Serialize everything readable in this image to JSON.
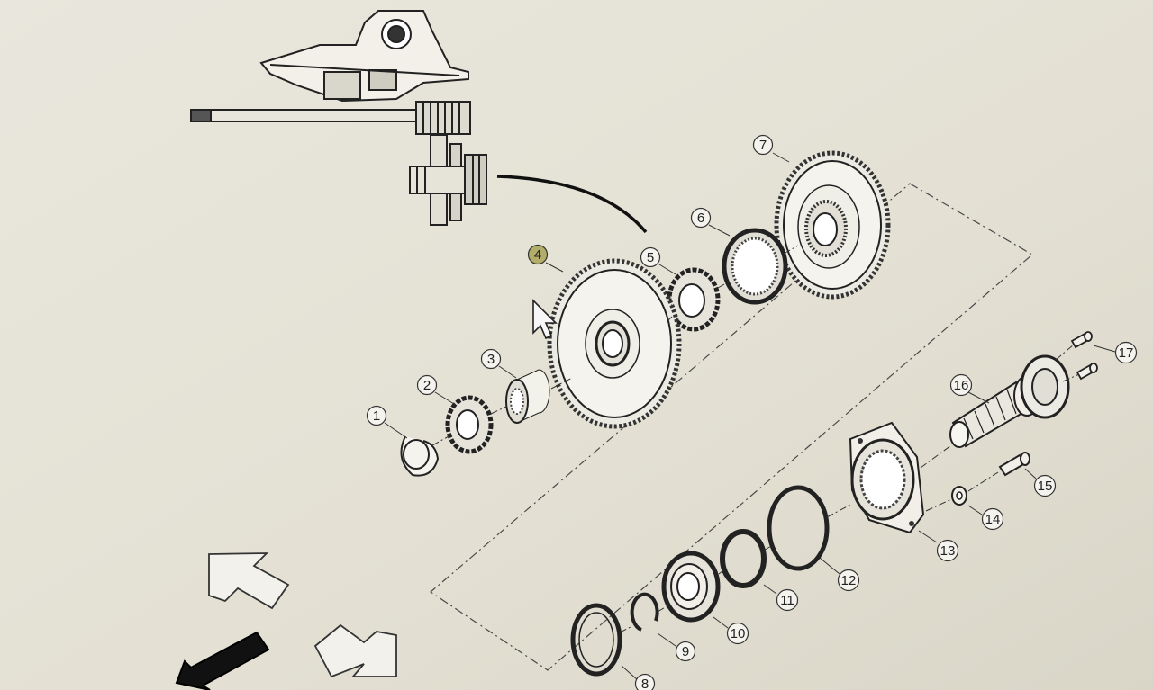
{
  "colors": {
    "paper": "#e4e1d5",
    "ink": "#222222",
    "highlight": "#b2ad68",
    "dashed_frame": "#4a4a4a"
  },
  "callouts": [
    {
      "id": "1",
      "label": "1"
    },
    {
      "id": "2",
      "label": "2"
    },
    {
      "id": "3",
      "label": "3"
    },
    {
      "id": "4",
      "label": "4",
      "highlighted": true
    },
    {
      "id": "5",
      "label": "5"
    },
    {
      "id": "6",
      "label": "6"
    },
    {
      "id": "7",
      "label": "7"
    },
    {
      "id": "8",
      "label": "8"
    },
    {
      "id": "9",
      "label": "9"
    },
    {
      "id": "10",
      "label": "10"
    },
    {
      "id": "11",
      "label": "11"
    },
    {
      "id": "12",
      "label": "12"
    },
    {
      "id": "13",
      "label": "13"
    },
    {
      "id": "14",
      "label": "14"
    },
    {
      "id": "15",
      "label": "15"
    },
    {
      "id": "16",
      "label": "16"
    },
    {
      "id": "17",
      "label": "17"
    }
  ],
  "icons": {
    "cursor": "mouse-pointer-icon",
    "nav_up": "navigate-up-arrow-icon",
    "nav_back": "navigate-back-arrow-icon",
    "nav_right": "navigate-right-arrow-icon"
  }
}
